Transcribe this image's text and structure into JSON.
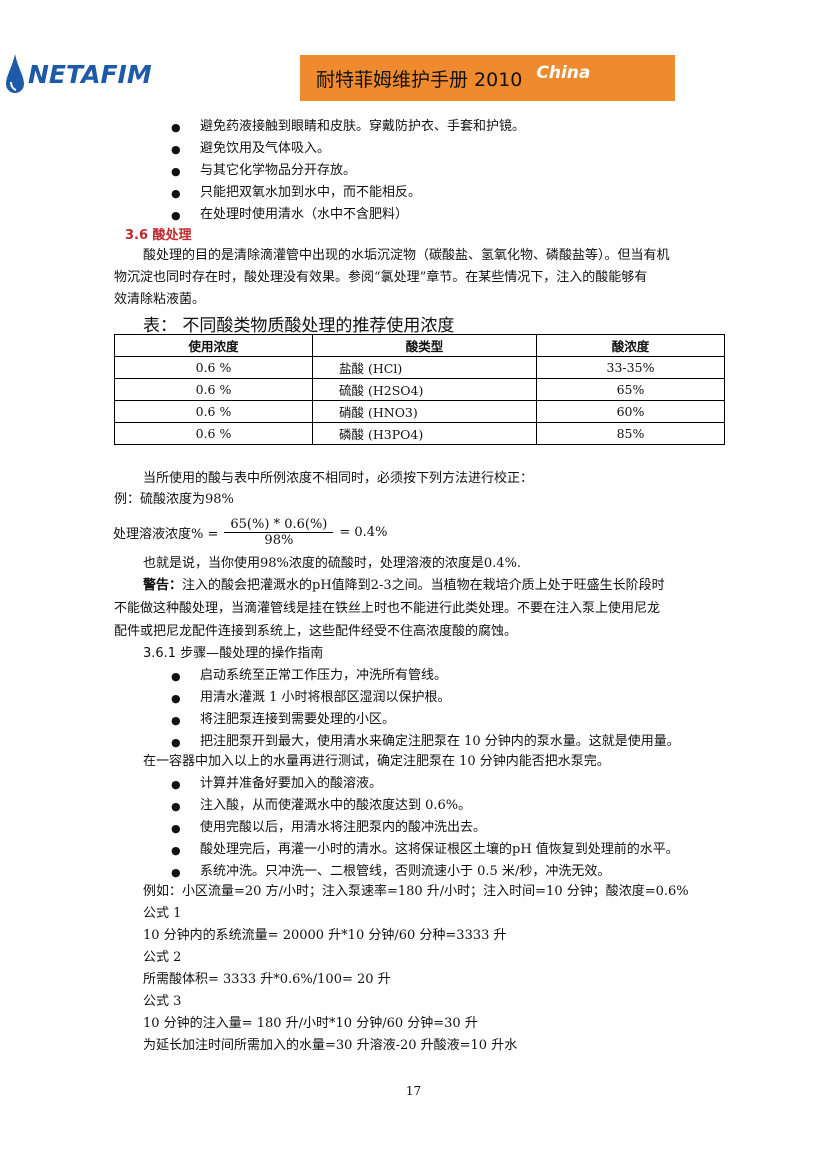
{
  "header": {
    "logo": "NETAFIM",
    "title": "耐特菲姆维护手册 2010",
    "region": "China"
  },
  "bullets_top": [
    "避免药液接触到眼睛和皮肤。穿戴防护衣、手套和护镜。",
    "避免饮用及气体吸入。",
    "与其它化学物品分开存放。",
    "只能把双氧水加到水中，而不能相反。",
    "在处理时使用清水（水中不含肥料）"
  ],
  "section_heading": "3.6 酸处理",
  "intro": [
    "酸处理的目的是清除滴灌管中出现的水垢沉淀物（碳酸盐、氢氧化物、磷酸盐等）。但当有机",
    "物沉淀也同时存在时，酸处理没有效果。参阅“氯处理”章节。在某些情况下，注入的酸能够有",
    "效清除粘液菌。"
  ],
  "table": {
    "caption": "表：  不同酸类物质酸处理的推荐使用浓度",
    "headers": [
      "使用浓度",
      "酸类型",
      "酸浓度"
    ],
    "rows": [
      [
        "0.6 %",
        "盐酸 (HCl)",
        "33-35%"
      ],
      [
        "0.6 %",
        "硫酸 (H2SO4)",
        "65%"
      ],
      [
        "0.6 %",
        "硝酸 (HNO3)",
        "60%"
      ],
      [
        "0.6 %",
        "磷酸 (H3PO4)",
        "85%"
      ]
    ]
  },
  "calibration": [
    "当所使用的酸与表中所例浓度不相同时，必须按下列方法进行校正：",
    "例：硫酸浓度为98%"
  ],
  "formula": {
    "lhs": "处理溶液浓度% =",
    "numerator": "65(%) * 0.6(%)",
    "denominator": "98%",
    "rhs": "= 0.4%"
  },
  "formula_note": "也就是说，当你使用98%浓度的硫酸时，处理溶液的浓度是0.4%.",
  "warning": {
    "label": "警告：",
    "lines": [
      "注入的酸会把灌溉水的pH值降到2-3之间。当植物在栽培介质上处于旺盛生长阶段时",
      "不能做这种酸处理，当滴灌管线是挂在铁丝上时也不能进行此类处理。不要在注入泵上使用尼龙",
      "配件或把尼龙配件连接到系统上，这些配件经受不住高浓度酸的腐蚀。"
    ]
  },
  "subheading": "3.6.1 步骤—酸处理的操作指南",
  "steps_a": [
    "启动系统至正常工作压力，冲洗所有管线。",
    "用清水灌溉 1 小时将根部区湿润以保护根。",
    "将注肥泵连接到需要处理的小区。",
    "把注肥泵开到最大，使用清水来确定注肥泵在 10 分钟内的泵水量。这就是使用量。"
  ],
  "container_line": "在一容器中加入以上的水量再进行测试，确定注肥泵在 10 分钟内能否把水泵完。",
  "steps_b": [
    "计算并准备好要加入的酸溶液。",
    "注入酸，从而使灌溉水中的酸浓度达到 0.6%。",
    "使用完酸以后，用清水将注肥泵内的酸冲洗出去。",
    "酸处理完后，再灌一小时的清水。这将保证根区土壤的pH 值恢复到处理前的水平。",
    "系统冲洗。只冲洗一、二根管线，否则流速小于 0.5 米/秒，冲洗无效。"
  ],
  "example_lines": [
    "例如：小区流量=20 方/小时；注入泵速率=180 升/小时；注入时间=10 分钟；酸浓度=0.6%",
    "公式 1",
    "10 分钟内的系统流量= 20000 升*10 分钟/60 分种=3333 升",
    "公式 2",
    "所需酸体积= 3333 升*0.6%/100= 20 升",
    "公式 3",
    "10 分钟的注入量= 180 升/小时*10 分钟/60 分钟=30 升",
    "为延长加注时间所需加入的水量=30 升溶液-20 升酸液=10 升水"
  ],
  "page_number": "17",
  "colors": {
    "banner": "#ef8a2e",
    "heading": "#c0262c",
    "logo": "#1d5aa8"
  },
  "icons": [
    "water-drop-icon",
    "bullet-dot-icon"
  ]
}
